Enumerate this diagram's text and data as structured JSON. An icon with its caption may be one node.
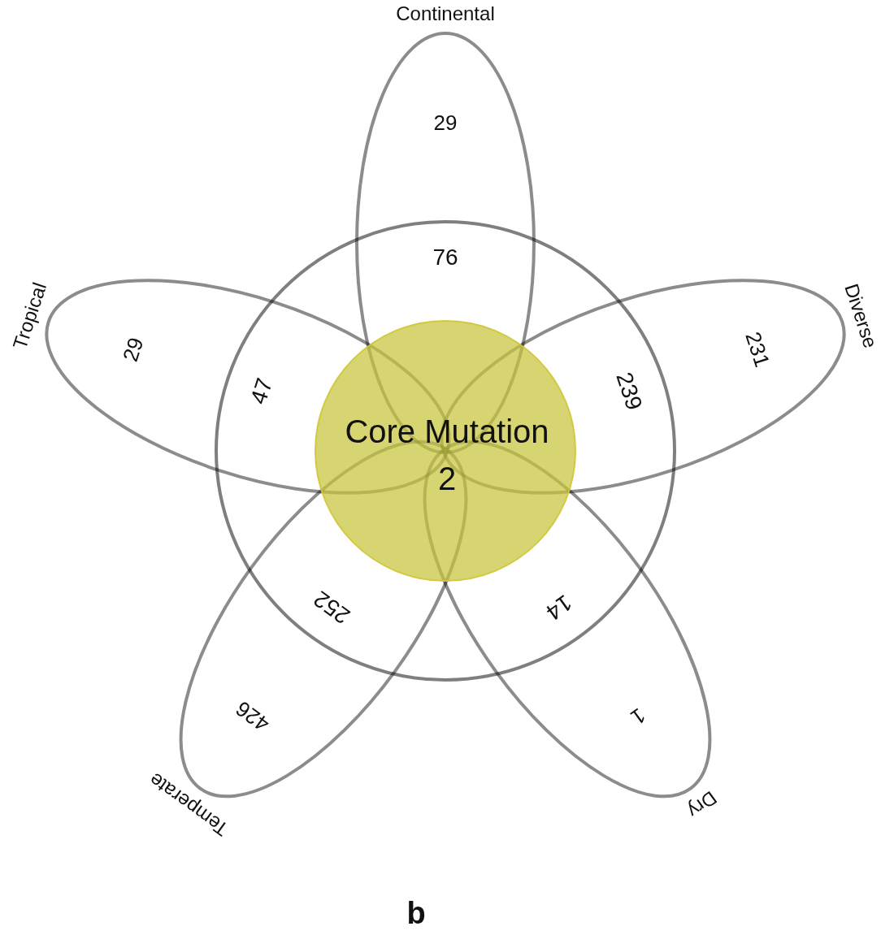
{
  "diagram": {
    "caption": "b",
    "nodes": [
      {
        "text": [],
        "shape": "circle"
      },
      {
        "text": [
          "Core Mutation",
          "2"
        ],
        "in": 0
      },
      {
        "text": [
          "Continental",
          "29",
          "76"
        ]
      },
      {
        "text": [
          "Diverse",
          "231",
          "239"
        ]
      },
      {
        "text": [
          "Dry",
          "1",
          "14"
        ]
      },
      {
        "text": [
          "Temperate",
          "426",
          "252"
        ]
      },
      {
        "text": [
          "Tropical",
          "29",
          "47"
        ]
      }
    ]
  }
}
